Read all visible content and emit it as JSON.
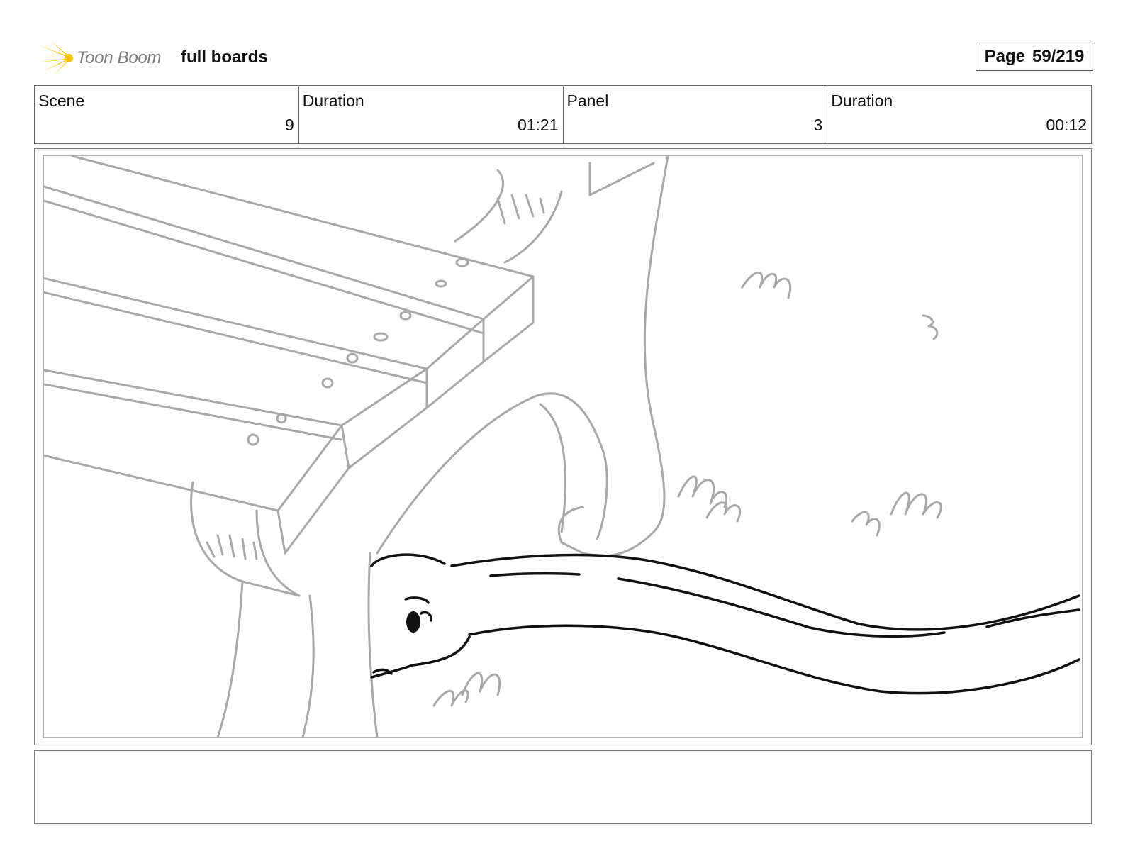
{
  "header": {
    "logo_text": "Toon Boom",
    "project_title": "full boards",
    "page_label": "Page",
    "page_number": "59/219"
  },
  "info": {
    "scene_label": "Scene",
    "scene_value": "9",
    "scene_duration_label": "Duration",
    "scene_duration_value": "01:21",
    "panel_label": "Panel",
    "panel_value": "3",
    "panel_duration_label": "Duration",
    "panel_duration_value": "00:12"
  },
  "colors": {
    "logo_accent": "#f5c400",
    "sketch_gray": "#a8a8a8",
    "sketch_black": "#111111"
  },
  "notes": {
    "text": ""
  }
}
